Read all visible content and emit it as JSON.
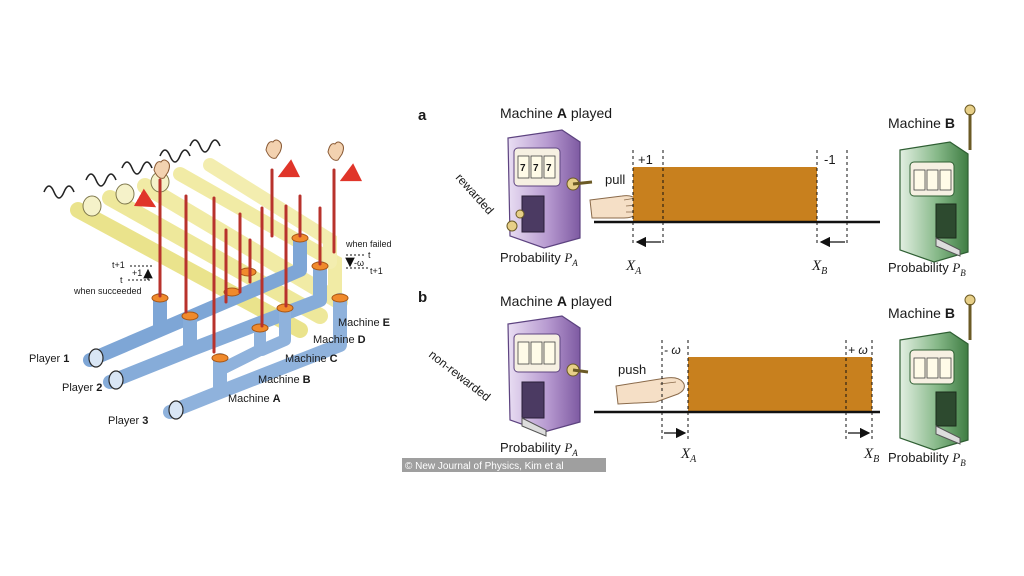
{
  "left_figure": {
    "players": [
      {
        "prefix": "Player",
        "number": "1"
      },
      {
        "prefix": "Player",
        "number": "2"
      },
      {
        "prefix": "Player",
        "number": "3"
      }
    ],
    "machines": [
      {
        "prefix": "Machine",
        "letter": "A"
      },
      {
        "prefix": "Machine",
        "letter": "B"
      },
      {
        "prefix": "Machine",
        "letter": "C"
      },
      {
        "prefix": "Machine",
        "letter": "D"
      },
      {
        "prefix": "Machine",
        "letter": "E"
      }
    ],
    "when_failed": "when failed",
    "when_succeeded": "when succeeded",
    "t": "t",
    "t_plus_1": "t+1",
    "plus_one": "+1",
    "minus_omega": "-ω"
  },
  "panel_a": {
    "label": "a",
    "title_prefix": "Machine ",
    "title_bold": "A",
    "title_suffix": " played",
    "machine_b_prefix": "Machine ",
    "machine_b_bold": "B",
    "side_label": "rewarded",
    "action": "pull",
    "left_delta": "+1",
    "right_delta": "-1",
    "xa_main": "X",
    "xa_sub": "A",
    "xb_main": "X",
    "xb_sub": "B",
    "prob_text": "Probability",
    "pa_main": "P",
    "pa_sub": "A",
    "pb_main": "P",
    "pb_sub": "B"
  },
  "panel_b": {
    "label": "b",
    "title_prefix": "Machine ",
    "title_bold": "A",
    "title_suffix": " played",
    "machine_b_prefix": "Machine ",
    "machine_b_bold": "B",
    "side_label": "non-rewarded",
    "action": "push",
    "left_delta": "- ω",
    "right_delta": "+ ω",
    "xa_main": "X",
    "xa_sub": "A",
    "xb_main": "X",
    "xb_sub": "B",
    "prob_text": "Probability",
    "pa_main": "P",
    "pa_sub": "A",
    "pb_main": "P",
    "pb_sub": "B"
  },
  "credit": "© New Journal of Physics, Kim et al",
  "colors": {
    "bar": "#C8801E",
    "pipe_blue": "#8FB2DC",
    "pipe_yellow": "#EDE79A",
    "rod_red": "#B8322C",
    "machine_purple": "#A07FBE",
    "machine_green": "#5C9A5E",
    "arrow_red": "#E0352A"
  }
}
